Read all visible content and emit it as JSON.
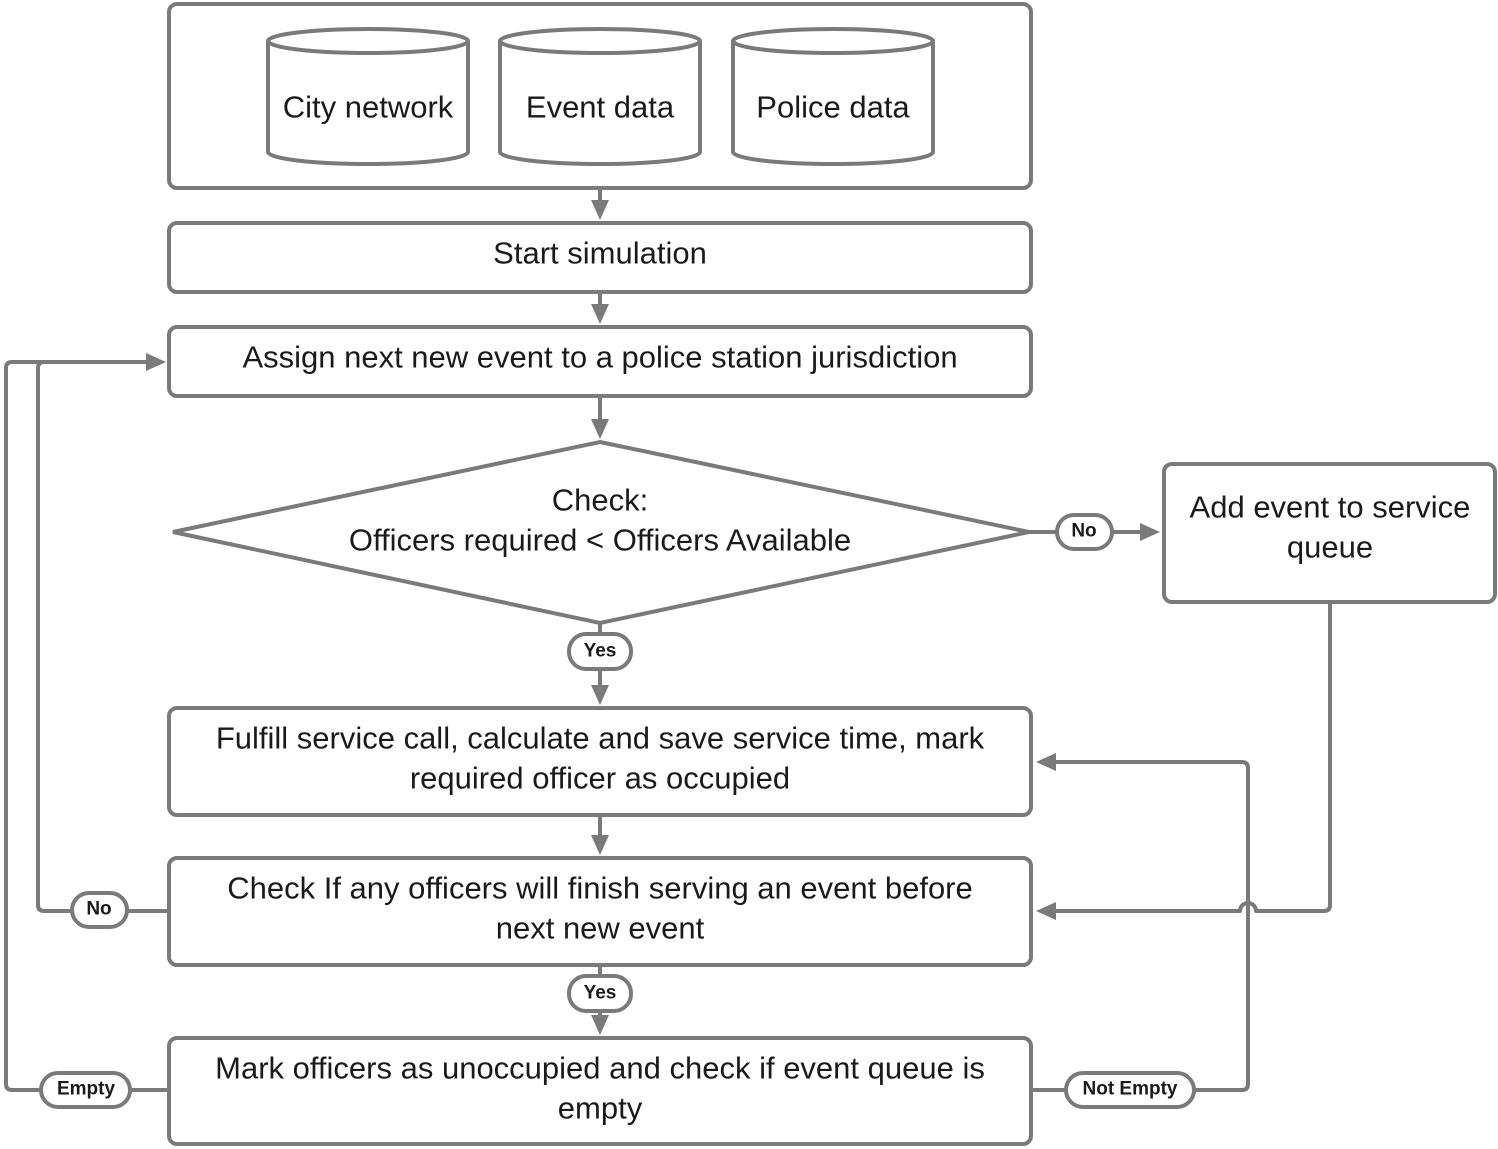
{
  "colors": {
    "stroke": "#7a7a7a",
    "text": "#1a1a1a",
    "background": "#ffffff"
  },
  "data_sources": {
    "city_network": "City network",
    "event_data": "Event data",
    "police_data": "Police data"
  },
  "nodes": {
    "start": "Start simulation",
    "assign": "Assign next new event to a police station jurisdiction",
    "check": {
      "line1": "Check:",
      "line2": "Officers required < Officers Available"
    },
    "queue": {
      "line1": "Add event to service",
      "line2": "queue"
    },
    "fulfill": {
      "line1": "Fulfill service call, calculate and save service time, mark",
      "line2": "required officer as occupied"
    },
    "finish": {
      "line1": "Check If any officers will finish serving an event before",
      "line2": "next new event"
    },
    "mark": {
      "line1": "Mark officers as unoccupied and check if event queue is",
      "line2": "empty"
    }
  },
  "edge_labels": {
    "check_no": "No",
    "check_yes": "Yes",
    "finish_no": "No",
    "finish_yes": "Yes",
    "empty": "Empty",
    "not_empty": "Not Empty"
  }
}
